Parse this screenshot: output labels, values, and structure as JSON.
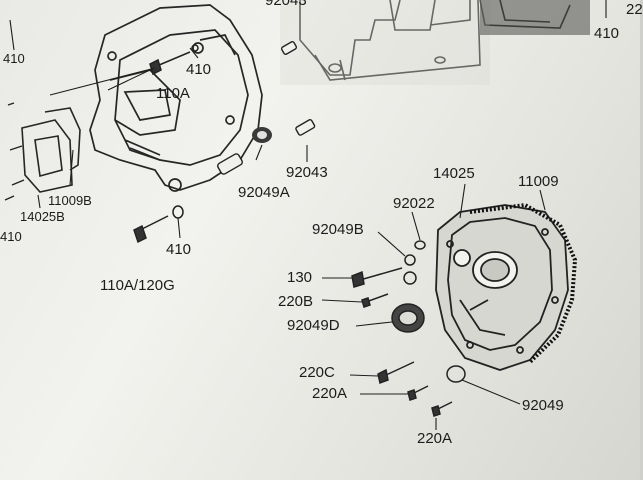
{
  "diagram": {
    "labels": {
      "top_partial_92043": "92043",
      "top_right_410": "410",
      "top_right_edge": "22",
      "left_410_top": "410",
      "left_410_bottom": "410",
      "upper_110A": "110A",
      "upper_410": "410",
      "l_11009B": "11009B",
      "l_14025B": "14025B",
      "l_92043": "92043",
      "l_92049A": "92049A",
      "l_410": "410",
      "l_110A_120G": "110A/120G",
      "r_14025": "14025",
      "r_11009": "11009",
      "r_92022": "92022",
      "r_92049B": "92049B",
      "r_130": "130",
      "r_220B": "220B",
      "r_92049D": "92049D",
      "r_220C": "220C",
      "r_220A_upper": "220A",
      "r_92049": "92049",
      "r_220A_lower": "220A"
    }
  }
}
